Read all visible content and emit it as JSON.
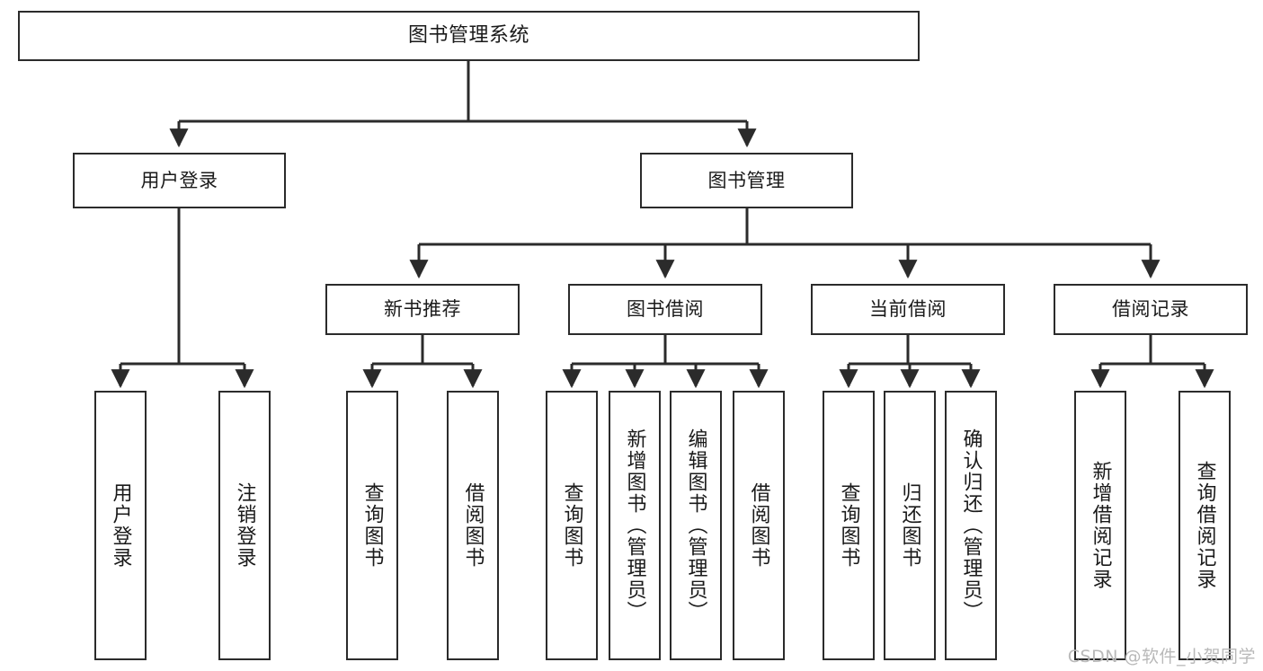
{
  "diagram": {
    "title": "图书管理系统",
    "watermark": "CSDN @软件_小贺同学",
    "line_color": "#2b2b2b",
    "box_fill": "#ffffff",
    "text_color": "#1a1a1a",
    "watermark_color": "#b9b9b9",
    "root": {
      "label": "图书管理系统"
    },
    "level2": [
      {
        "label": "用户登录"
      },
      {
        "label": "图书管理"
      }
    ],
    "level3": [
      {
        "label": "新书推荐"
      },
      {
        "label": "图书借阅"
      },
      {
        "label": "当前借阅"
      },
      {
        "label": "借阅记录"
      }
    ],
    "leaves": {
      "user_login": [
        {
          "label": "用户登录"
        },
        {
          "label": "注销登录"
        }
      ],
      "new_books": [
        {
          "label": "查询图书"
        },
        {
          "label": "借阅图书"
        }
      ],
      "borrow_books": [
        {
          "label": "查询图书"
        },
        {
          "label": "新增图书（管理员）"
        },
        {
          "label": "编辑图书（管理员）"
        },
        {
          "label": "借阅图书"
        }
      ],
      "current_borrow": [
        {
          "label": "查询图书"
        },
        {
          "label": "归还图书"
        },
        {
          "label": "确认归还（管理员）"
        }
      ],
      "borrow_records": [
        {
          "label": "新增借阅记录"
        },
        {
          "label": "查询借阅记录"
        }
      ]
    }
  }
}
